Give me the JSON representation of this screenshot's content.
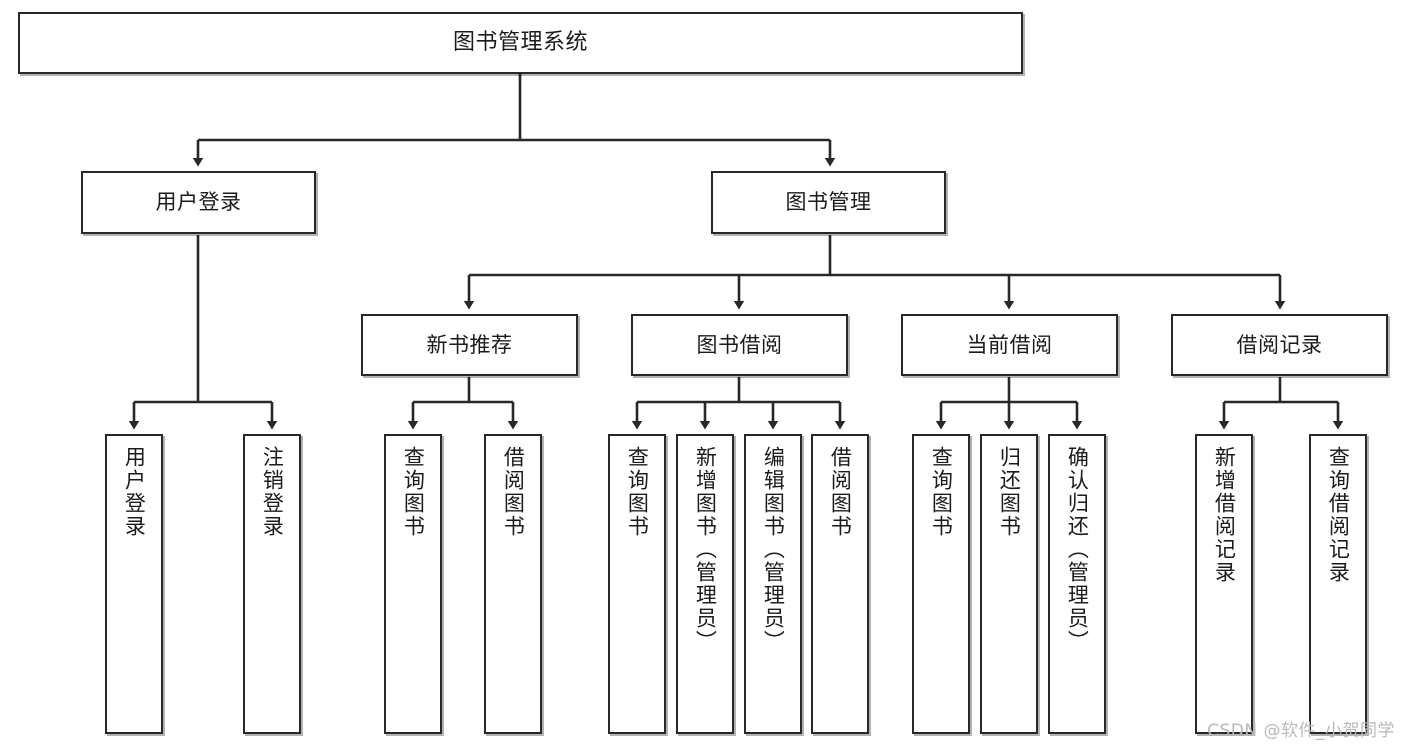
{
  "diagram": {
    "title": "图书管理系统",
    "type": "tree-structure-chart",
    "colors": {
      "box_border": "#28282b",
      "box_fill": "#ffffff",
      "line": "#28282b",
      "text": "#1b1b1b",
      "watermark": "#b9b9b9"
    }
  },
  "root": {
    "label": "图书管理系统"
  },
  "level1": [
    {
      "label": "用户登录"
    },
    {
      "label": "图书管理"
    }
  ],
  "level2": [
    {
      "label": "新书推荐"
    },
    {
      "label": "图书借阅"
    },
    {
      "label": "当前借阅"
    },
    {
      "label": "借阅记录"
    }
  ],
  "leaves": {
    "user_login": [
      {
        "label": "用户登录"
      },
      {
        "label": "注销登录"
      }
    ],
    "new_book_recommend": [
      {
        "label": "查询图书"
      },
      {
        "label": "借阅图书"
      }
    ],
    "book_borrow": [
      {
        "label": "查询图书"
      },
      {
        "label": "新增图书（管理员）"
      },
      {
        "label": "编辑图书（管理员）"
      },
      {
        "label": "借阅图书"
      }
    ],
    "current_borrow": [
      {
        "label": "查询图书"
      },
      {
        "label": "归还图书"
      },
      {
        "label": "确认归还（管理员）"
      }
    ],
    "borrow_record": [
      {
        "label": "新增借阅记录"
      },
      {
        "label": "查询借阅记录"
      }
    ]
  },
  "watermark": {
    "text": "CSDN @软件_小贺同学"
  }
}
